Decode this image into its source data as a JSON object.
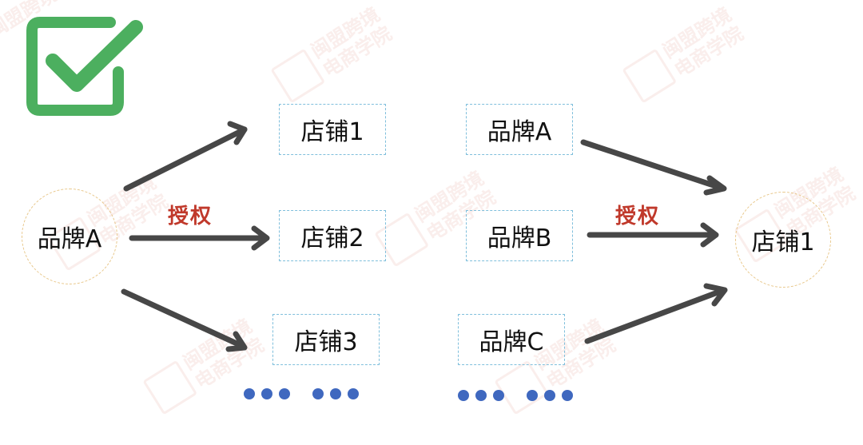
{
  "colors": {
    "check_green": "#4caf5f",
    "arrow": "#474747",
    "auth_red": "#c0392b",
    "dot_blue": "#3f68bf",
    "box_border": "#7fbfdc",
    "circle_border": "#e8c78a"
  },
  "icons": {
    "check": "check-square-icon"
  },
  "left": {
    "source": "品牌A",
    "auth_label": "授权",
    "targets": [
      "店铺1",
      "店铺2",
      "店铺3"
    ]
  },
  "right": {
    "sources": [
      "品牌A",
      "品牌B",
      "品牌C"
    ],
    "auth_label": "授权",
    "target": "店铺1"
  },
  "watermark": {
    "line1": "闽盟跨境",
    "line2": "电商学院"
  }
}
